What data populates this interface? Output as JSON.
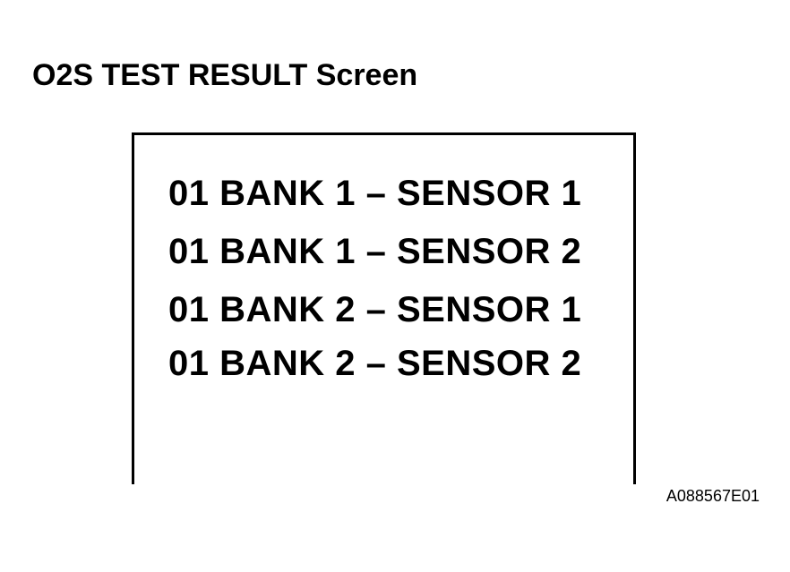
{
  "figure": {
    "title": "O2S TEST RESULT Screen",
    "code": "A088567E01"
  },
  "screen": {
    "lines": [
      "01 BANK 1 – SENSOR 1",
      "01 BANK 1 – SENSOR 2",
      "01 BANK 2 – SENSOR 1",
      "01 BANK 2 – SENSOR 2"
    ]
  },
  "colors": {
    "background": "#ffffff",
    "text": "#000000",
    "border": "#000000"
  }
}
